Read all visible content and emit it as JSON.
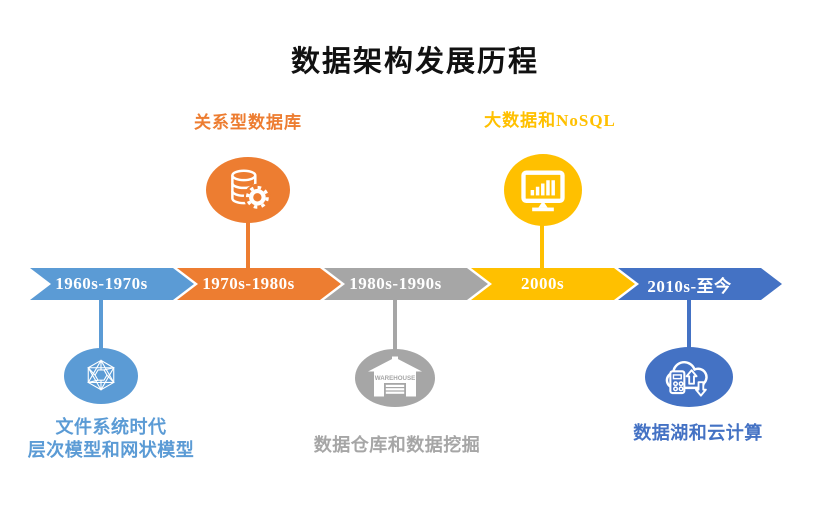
{
  "title": "数据架构发展历程",
  "palette": {
    "blue": "#5B9BD5",
    "orange": "#ED7D31",
    "gray": "#A6A6A6",
    "gold": "#FFC000",
    "dark_blue": "#4472C4",
    "title_text": "#111111",
    "arrow_text": "#FFFFFF"
  },
  "timeline": {
    "segments": [
      {
        "label": "1960s-1970s",
        "color": "#5B9BD5"
      },
      {
        "label": "1970s-1980s",
        "color": "#ED7D31"
      },
      {
        "label": "1980s-1990s",
        "color": "#A6A6A6"
      },
      {
        "label": "2000s",
        "color": "#FFC000"
      },
      {
        "label": "2010s-至今",
        "color": "#4472C4"
      }
    ]
  },
  "top_callouts": [
    {
      "label": "关系型数据库",
      "color": "#ED7D31",
      "icon": "database-gear-icon"
    },
    {
      "label": "大数据和NoSQL",
      "color": "#FFC000",
      "icon": "monitor-bar-chart-icon"
    }
  ],
  "bottom_callouts": [
    {
      "label_line1": "文件系统时代",
      "label_line2": "层次模型和网状模型",
      "color": "#5B9BD5",
      "icon": "geodesic-sphere-icon"
    },
    {
      "label": "数据仓库和数据挖掘",
      "color": "#A6A6A6",
      "icon": "warehouse-icon",
      "icon_text": "WAREHOUSE"
    },
    {
      "label": "数据湖和云计算",
      "color": "#4472C4",
      "icon": "cloud-calculator-transfer-icon"
    }
  ]
}
